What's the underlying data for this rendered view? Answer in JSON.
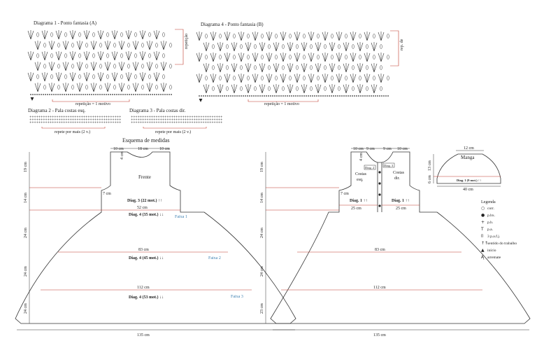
{
  "diagrams": {
    "d1_title": "Diagrama 1 - Ponto fantasia (A)",
    "d1_repeat": "repetição = 1 motivo",
    "d1_side": "repetição",
    "d4_title": "Diagrama 4 - Ponto fantasia (B)",
    "d4_repeat": "repetição = 1 motivo",
    "d4_side": "rep. de",
    "d2_title": "Diagrama 2 - Pala costas esq.",
    "d2_repeat": "repete por mais (2 v.)",
    "d3_title": "Diagrama 3 - Pala costas dir.",
    "d3_repeat": "repete por mais (2 v.)"
  },
  "schema": {
    "title": "Esquema de medidas",
    "front": {
      "label": "Frente",
      "top_dims": [
        "10 cm",
        "18 cm",
        "10 cm"
      ],
      "neck": "4 cm",
      "armhole": "7 cm",
      "diag3": "Diag. 3 (22 mot.) ↑↑",
      "w52": "52 cm",
      "diag4a": "Diag. 4 (35 mot.) ↓↓",
      "faixa1": "Faixa 1",
      "w83": "83 cm",
      "diag4b": "Diag. 4 (45 mot.) ↓↓",
      "faixa2": "Faixa 2",
      "w112": "112 cm",
      "diag4c": "Diag. 4 (53 mot.) ↓↓",
      "faixa3": "Faixa 3",
      "w135": "135 cm",
      "side_dims": [
        "19 cm",
        "14 cm",
        "24 cm",
        "24 cm",
        "24 cm"
      ]
    },
    "back": {
      "top_dims": [
        "10 cm",
        "9 cm",
        "9 cm",
        "10 cm"
      ],
      "neck": "4 cm",
      "left_label": "Costas esq.",
      "right_label": "Costas dir.",
      "diag2_tag": "Diag. 2",
      "diag3_tag": "Diag. 3",
      "armhole": "7 cm",
      "diag1_left": "Diag. 1 ↑↑",
      "diag1_right": "Diag. 1 ↑↑",
      "w25_left": "25 cm",
      "w25_right": "25 cm",
      "w83": "83 cm",
      "w112": "112 cm",
      "w135": "135 cm",
      "side_dims": [
        "19 cm",
        "14 cm",
        "24 cm",
        "24 cm",
        "23 cm"
      ]
    },
    "sleeve": {
      "label": "Manga",
      "top": "12 cm",
      "h13": "13 cm",
      "h6": "6 cm",
      "diag": "Diag. 1 (9 mot.) ↑↑",
      "bottom": "40 cm"
    }
  },
  "legend": {
    "title": "Legenda",
    "items": [
      {
        "symbol": "○",
        "text": "corr."
      },
      {
        "symbol": "●",
        "text": "p.bx."
      },
      {
        "symbol": "+",
        "text": "p.b."
      },
      {
        "symbol": "T",
        "text": "p.a."
      },
      {
        "symbol": "⌷",
        "text": "3 p.a.f.j."
      },
      {
        "symbol": "↑↑",
        "text": "sentido do trabalho"
      },
      {
        "symbol": "▲",
        "text": "início"
      },
      {
        "symbol": "Ą",
        "text": "arremate"
      }
    ]
  },
  "colors": {
    "accent_red": "#c0392b",
    "faixa_blue": "#3a7fb0"
  }
}
